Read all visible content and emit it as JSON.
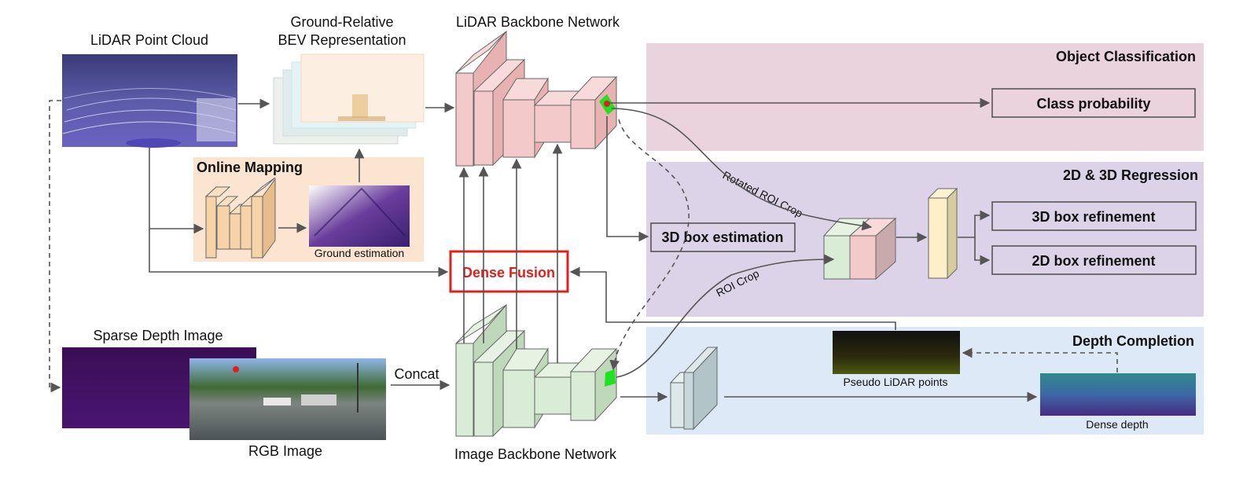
{
  "inputs": {
    "lidar_point_cloud": "LiDAR Point Cloud",
    "bev": [
      "Ground-Relative",
      "BEV Representation"
    ],
    "sparse_depth": "Sparse Depth Image",
    "rgb": "RGB Image",
    "concat": "Concat"
  },
  "online_mapping": {
    "title": "Online Mapping",
    "ground_estimation": "Ground estimation"
  },
  "backbones": {
    "lidar": "LiDAR Backbone Network",
    "image": "Image Backbone Network"
  },
  "fusion": {
    "dense_fusion": "Dense Fusion",
    "box_estimation": "3D box estimation",
    "rotated_roi": "Rotated ROI Crop",
    "roi": "ROI Crop"
  },
  "heads": {
    "object_classification": {
      "title": "Object Classification",
      "class_probability": "Class probability"
    },
    "regression": {
      "title": "2D & 3D Regression",
      "box3d": "3D box refinement",
      "box2d": "2D box refinement"
    },
    "depth_completion": {
      "title": "Depth Completion",
      "pseudo_lidar": "Pseudo LiDAR points",
      "dense_depth": "Dense depth"
    }
  },
  "colors": {
    "classification_panel": "#ead3dc",
    "regression_panel": "#ddd3e8",
    "depth_panel": "#dde9f7",
    "mapping_panel": "#fbe5d0",
    "lidar_block": "#f4c9c9",
    "image_block": "#d9ecd5",
    "mapping_block": "#f6d3a8",
    "accent_red": "#e0201e",
    "roi_green": "#22e022"
  }
}
